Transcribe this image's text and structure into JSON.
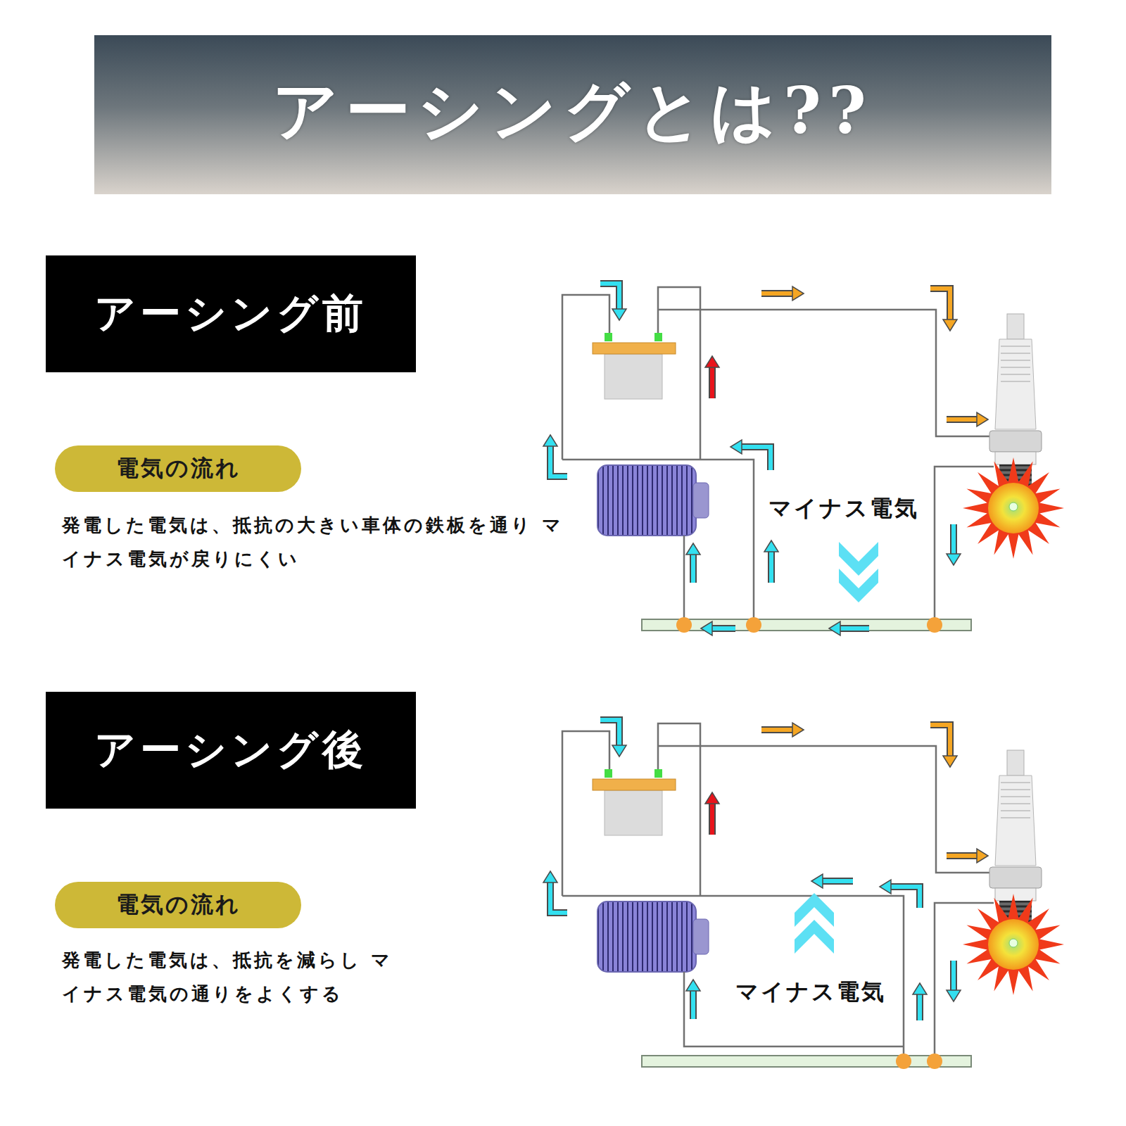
{
  "diagram": {
    "title": "アーシングとは??",
    "nodes": [
      {
        "text": [
          "アーシング前"
        ]
      },
      {
        "text": [
          "電気の流れ"
        ]
      },
      {
        "text": [
          "アーシング後"
        ]
      },
      {
        "text": [
          "電気の流れ"
        ]
      }
    ],
    "labels": [
      "発電した電気は、抵抗の大きい車体の鉄板を通り マイナス電気が戻りにくい",
      "マイナス電気",
      "発電した電気は、抵抗を減らし マイナス電気の通りをよくする",
      "マイナス電気"
    ]
  }
}
